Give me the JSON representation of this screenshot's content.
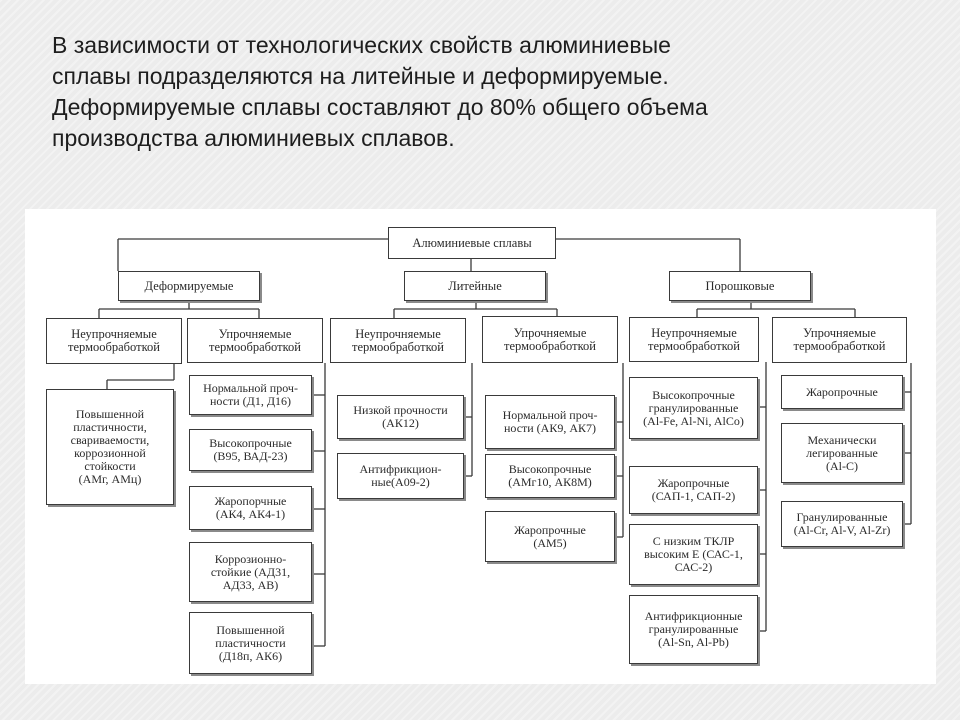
{
  "slide": {
    "intro_lines": [
      "В зависимости от технологических свойств алюминиевые",
      "сплавы подразделяются на литейные и деформируемые.",
      "Деформируемые сплавы составляют до 80% общего объема",
      "производства алюминиевых сплавов."
    ]
  },
  "diagram": {
    "root": "Алюминиевые сплавы",
    "categories": [
      "Деформируемые",
      "Литейные",
      "Порошковые"
    ],
    "subgroups": {
      "deformed_non_hardened": "Неупрочняемые\nтермообработкой",
      "deformed_hardened": "Упрочняемые\nтермообработкой",
      "cast_non_hardened": "Неупрочняемые\nтермообработкой",
      "cast_hardened": "Упрочняемые\nтермообработкой",
      "powder_non_hardened": "Неупрочняемые\nтермообработкой",
      "powder_hardened": "Упрочняемые\nтермообработкой"
    },
    "deformed_non_hardened_items": [
      "Повышенной\nпластичности,\nсвариваемости,\nкоррозионной\nстойкости\n(АМг, АМц)"
    ],
    "deformed_hardened_items": [
      "Нормальной проч-\nности (Д1, Д16)",
      "Высокопрочные\n(В95, ВАД-23)",
      "Жаропорчные\n(АК4, АК4-1)",
      "Коррозионно-\nстойкие (АД31,\nАД33, АВ)",
      "Повышенной\nпластичности\n(Д18п, АК6)"
    ],
    "cast_non_hardened_items": [
      "Низкой прочности\n(АК12)",
      "Антифрикцион-\nные(А09-2)"
    ],
    "cast_hardened_items": [
      "Нормальной проч-\nности (АК9, АК7)",
      "Высокопрочные\n(АМг10, АК8М)",
      "Жаропрочные\n(АМ5)"
    ],
    "powder_non_hardened_items": [
      "Высокопрочные\nгранулированные\n(Al-Fe, Al-Ni, AlCo)",
      "Жаропрочные\n(САП-1, САП-2)",
      "С низким ТКЛР\nвысоким Е (САС-1,\nСАС-2)",
      "Антифрикционные\nгранулированные\n(Al-Sn, Al-Pb)"
    ],
    "powder_hardened_items": [
      "Жаропрочные",
      "Механически\nлегированные\n(Al-C)",
      "Гранулированные\n(Al-Cr, Al-V, Al-Zr)"
    ]
  }
}
